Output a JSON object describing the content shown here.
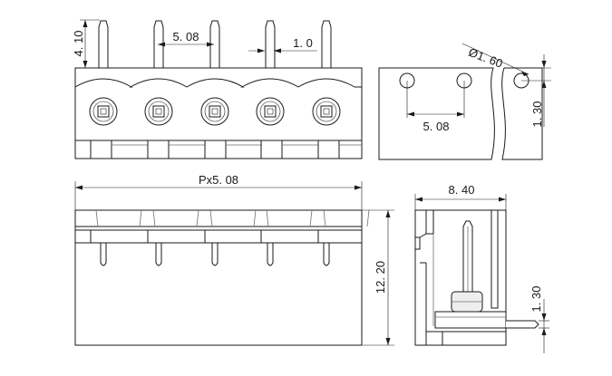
{
  "dimensions": {
    "pin_height": "4. 10",
    "pitch_top": "5. 08",
    "pin_width": "1. 0",
    "hole_diameter": "Ø1. 60",
    "hole_pitch": "5. 08",
    "hole_offset": "1. 30",
    "overall_length": "Px5. 08",
    "body_depth": "8. 40",
    "body_height": "12. 20",
    "pin_offset_side": "1. 30"
  },
  "colors": {
    "line": "#1a1a1a",
    "hatch": "#6e6e6e",
    "body_fill": "#eeeeee"
  }
}
